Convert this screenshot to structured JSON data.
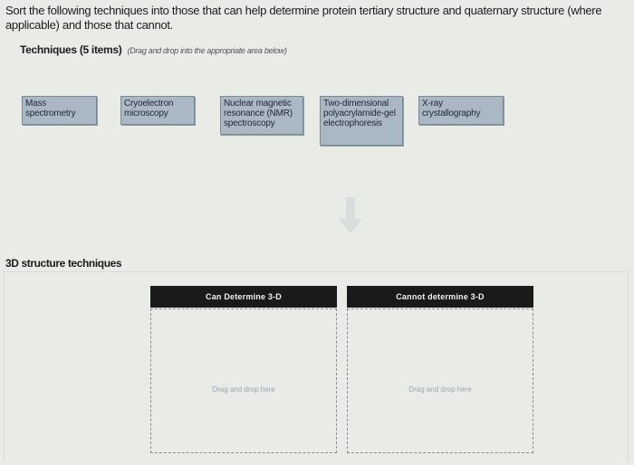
{
  "instructions": "Sort the following techniques into those that can help determine protein tertiary structure and quaternary structure (where applicable) and those that cannot.",
  "techniques": {
    "header": "Techniques (5 items)",
    "hint": "(Drag and drop into the appropriate area below)",
    "items": [
      {
        "label": "Mass spectrometry"
      },
      {
        "label": "Cryoelectron microscopy"
      },
      {
        "label": "Nuclear magnetic resonance (NMR) spectroscopy"
      },
      {
        "label": "Two-dimensional polyacrylamide-gel electrophoresis"
      },
      {
        "label": "X-ray crystallography"
      }
    ]
  },
  "section_label": "3D structure techniques",
  "targets": [
    {
      "header": "Can Determine 3-D",
      "placeholder": "Drag and drop here"
    },
    {
      "header": "Cannot determine 3-D",
      "placeholder": "Drag and drop here"
    }
  ],
  "colors": {
    "background": "#e9ebe7",
    "chip": "#a9b8c3",
    "target_header": "#1a1a1a"
  },
  "icons": [
    "down-arrow-icon"
  ]
}
